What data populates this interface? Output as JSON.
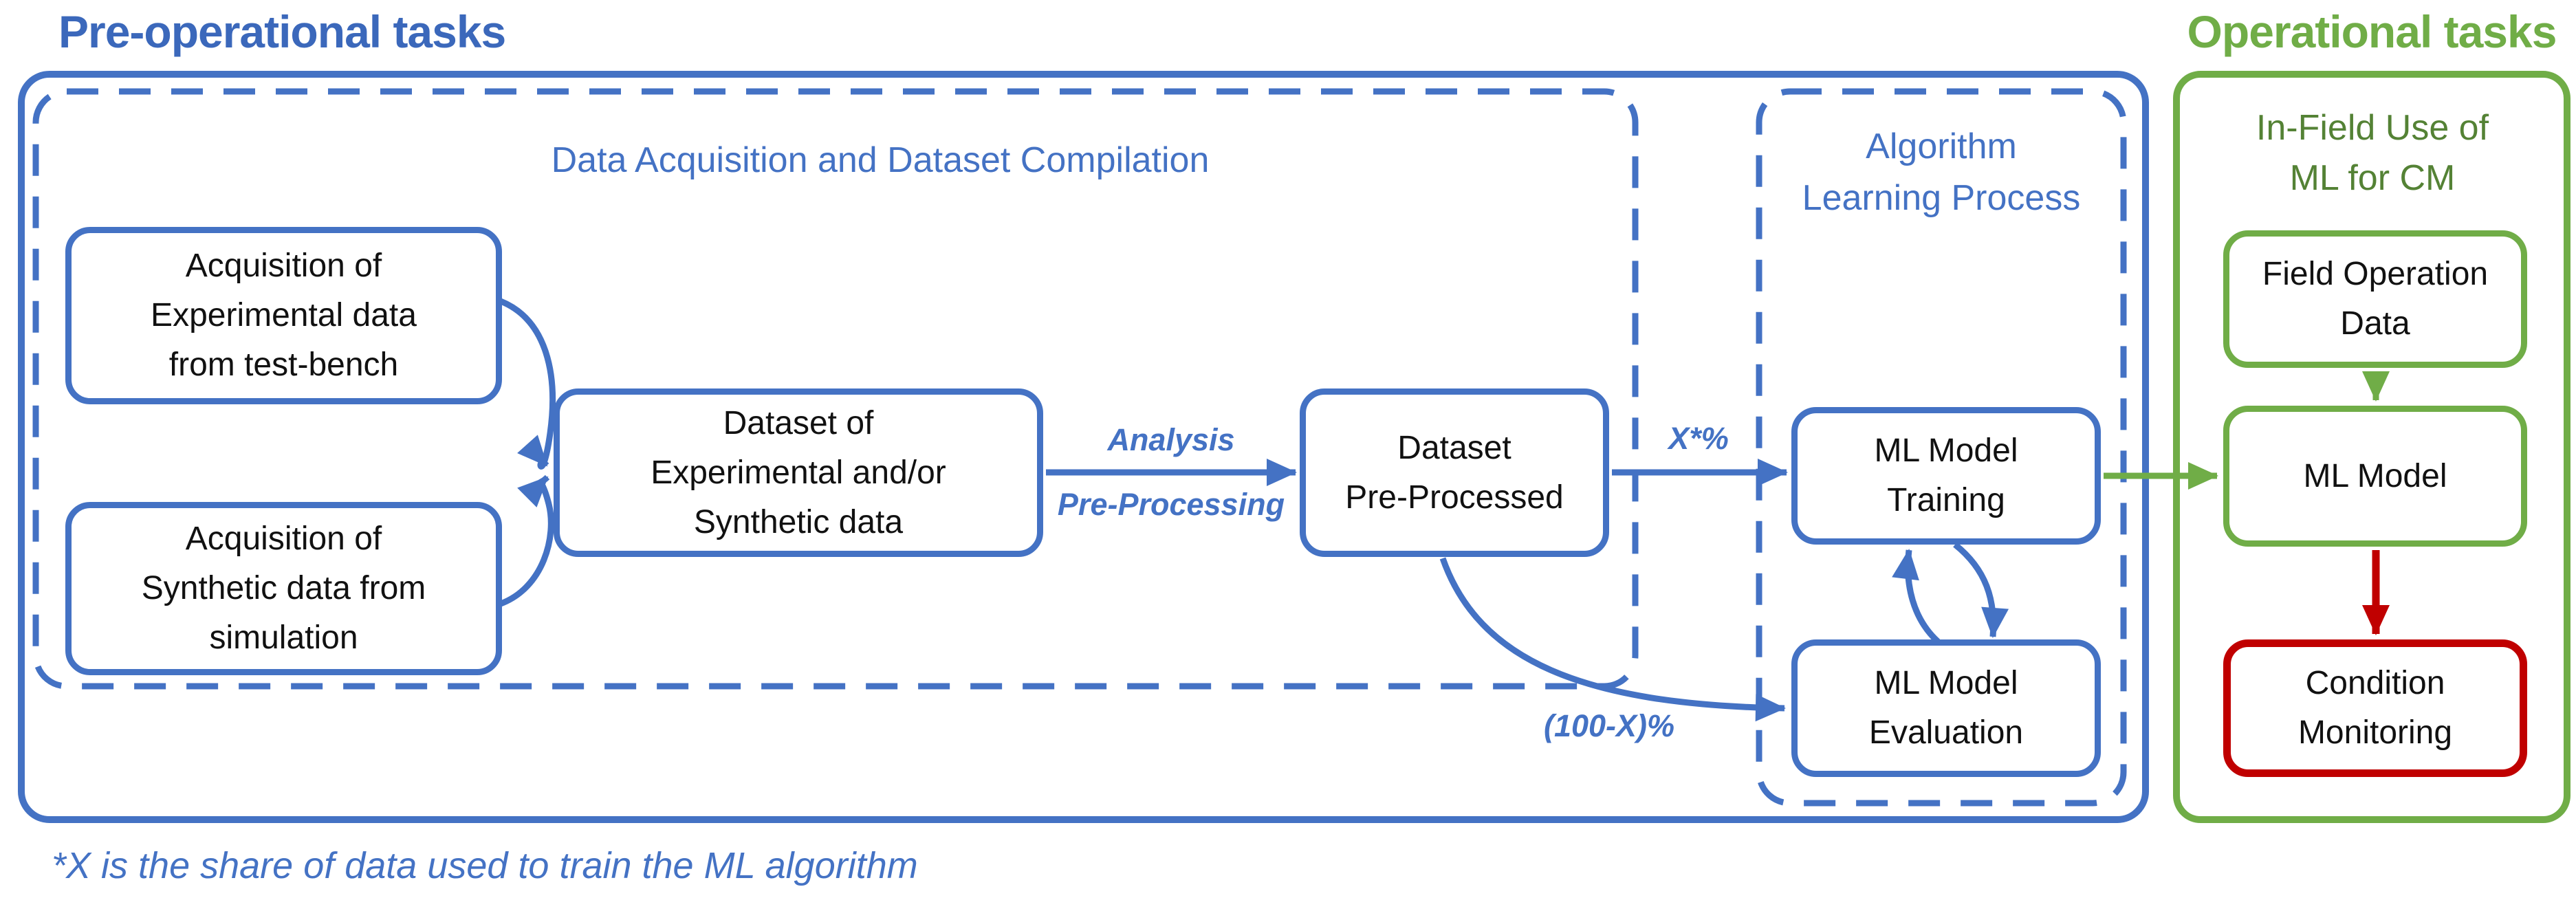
{
  "titles": {
    "pre_operational": "Pre-operational tasks",
    "operational": "Operational tasks"
  },
  "containers": {
    "data_acquisition": {
      "label": "Data Acquisition and Dataset Compilation"
    },
    "algorithm_learning": {
      "label": "Algorithm\nLearning Process"
    },
    "in_field": {
      "label": "In-Field Use of\nML for CM"
    }
  },
  "nodes": {
    "acq_experimental": {
      "label": "Acquisition of\nExperimental data\nfrom test-bench"
    },
    "acq_synthetic": {
      "label": "Acquisition of\nSynthetic data from\nsimulation"
    },
    "dataset": {
      "label": "Dataset of\nExperimental and/or\nSynthetic data"
    },
    "dataset_preprocessed": {
      "label": "Dataset\nPre-Processed"
    },
    "ml_training": {
      "label": "ML Model\nTraining"
    },
    "ml_evaluation": {
      "label": "ML Model\nEvaluation"
    },
    "field_operation_data": {
      "label": "Field Operation\nData"
    },
    "ml_model": {
      "label": "ML Model"
    },
    "condition_monitoring": {
      "label": "Condition\nMonitoring"
    }
  },
  "edge_labels": {
    "analysis": "Analysis",
    "preprocessing": "Pre-Processing",
    "train_share": "X*%",
    "eval_share": "(100-X)%"
  },
  "footnote": "*X is the share of data used to train the ML algorithm",
  "colors": {
    "blue": "#4472C4",
    "blue_title": "#3B68BB",
    "green": "#70AD47",
    "dark_green": "#548235",
    "red": "#C00000"
  }
}
